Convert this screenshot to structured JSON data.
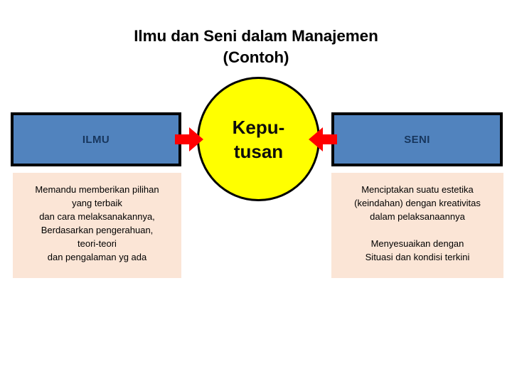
{
  "title": {
    "line1": "Ilmu dan Seni dalam Manajemen",
    "line2": "(Contoh)"
  },
  "nodes": {
    "left_box": {
      "label": "ILMU",
      "fill": "#5183BE",
      "border": "#000000",
      "text_color": "#17365D"
    },
    "center_circle": {
      "label_line1": "Kepu-",
      "label_line2": "tusan",
      "full_label": "Keputusan",
      "fill": "#FFFF00",
      "border": "#000000",
      "text_color": "#0D0D0D"
    },
    "right_box": {
      "label": "SENI",
      "fill": "#5183BE",
      "border": "#000000",
      "text_color": "#17365D"
    }
  },
  "arrows": {
    "color": "#FF0000",
    "left": {
      "name": "arrow-ilmu-to-keputusan",
      "direction": "right"
    },
    "right": {
      "name": "arrow-seni-to-keputusan",
      "direction": "left"
    }
  },
  "panels": {
    "background": "#FBE5D6",
    "left": {
      "lines": [
        "Memandu memberikan pilihan",
        "yang terbaik",
        "dan cara melaksanakannya,",
        "Berdasarkan pengerahuan,",
        "teori-teori",
        "dan pengalaman yg ada"
      ]
    },
    "right": {
      "lines": [
        "Menciptakan suatu estetika",
        "(keindahan) dengan kreativitas",
        "dalam pelaksanaannya",
        "",
        "Menyesuaikan dengan",
        "Situasi dan kondisi terkini"
      ]
    }
  }
}
